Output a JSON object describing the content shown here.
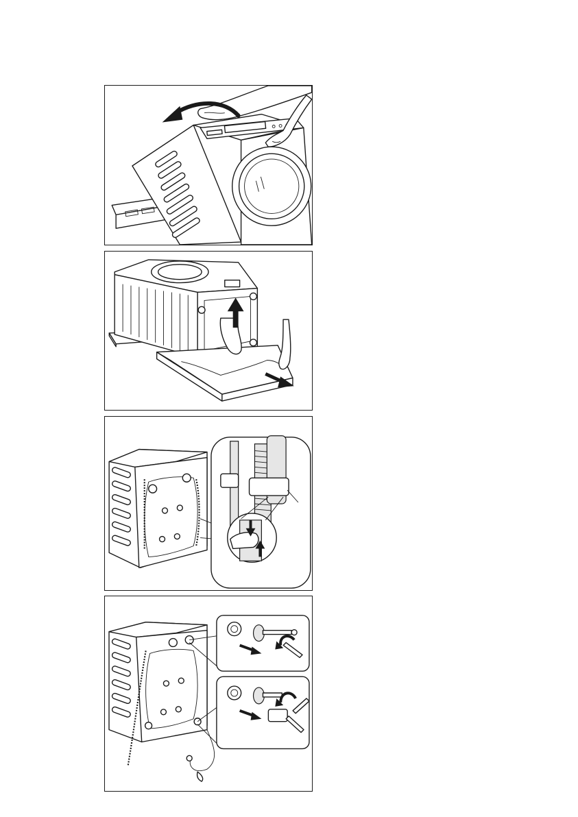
{
  "document": {
    "figures": [
      {
        "id": "step-1"
      },
      {
        "id": "step-2"
      },
      {
        "id": "step-3"
      },
      {
        "id": "step-4"
      }
    ]
  }
}
